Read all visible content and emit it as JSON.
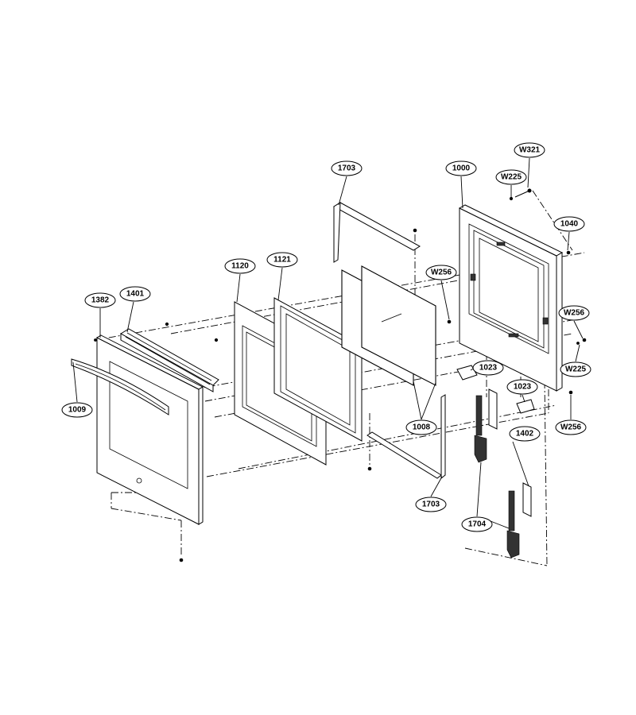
{
  "callouts": [
    {
      "label": "W321"
    },
    {
      "label": "1000"
    },
    {
      "label": "W225"
    },
    {
      "label": "1703"
    },
    {
      "label": "1040"
    },
    {
      "label": "1120"
    },
    {
      "label": "1121"
    },
    {
      "label": "W256"
    },
    {
      "label": "1382"
    },
    {
      "label": "1401"
    },
    {
      "label": "W256"
    },
    {
      "label": "1023"
    },
    {
      "label": "W225"
    },
    {
      "label": "1023"
    },
    {
      "label": "1009"
    },
    {
      "label": "W256"
    },
    {
      "label": "1008"
    },
    {
      "label": "1402"
    },
    {
      "label": "1703"
    },
    {
      "label": "1704"
    }
  ],
  "colors": {
    "line": "#000000",
    "background": "#ffffff",
    "fill_dark": "#333333"
  }
}
